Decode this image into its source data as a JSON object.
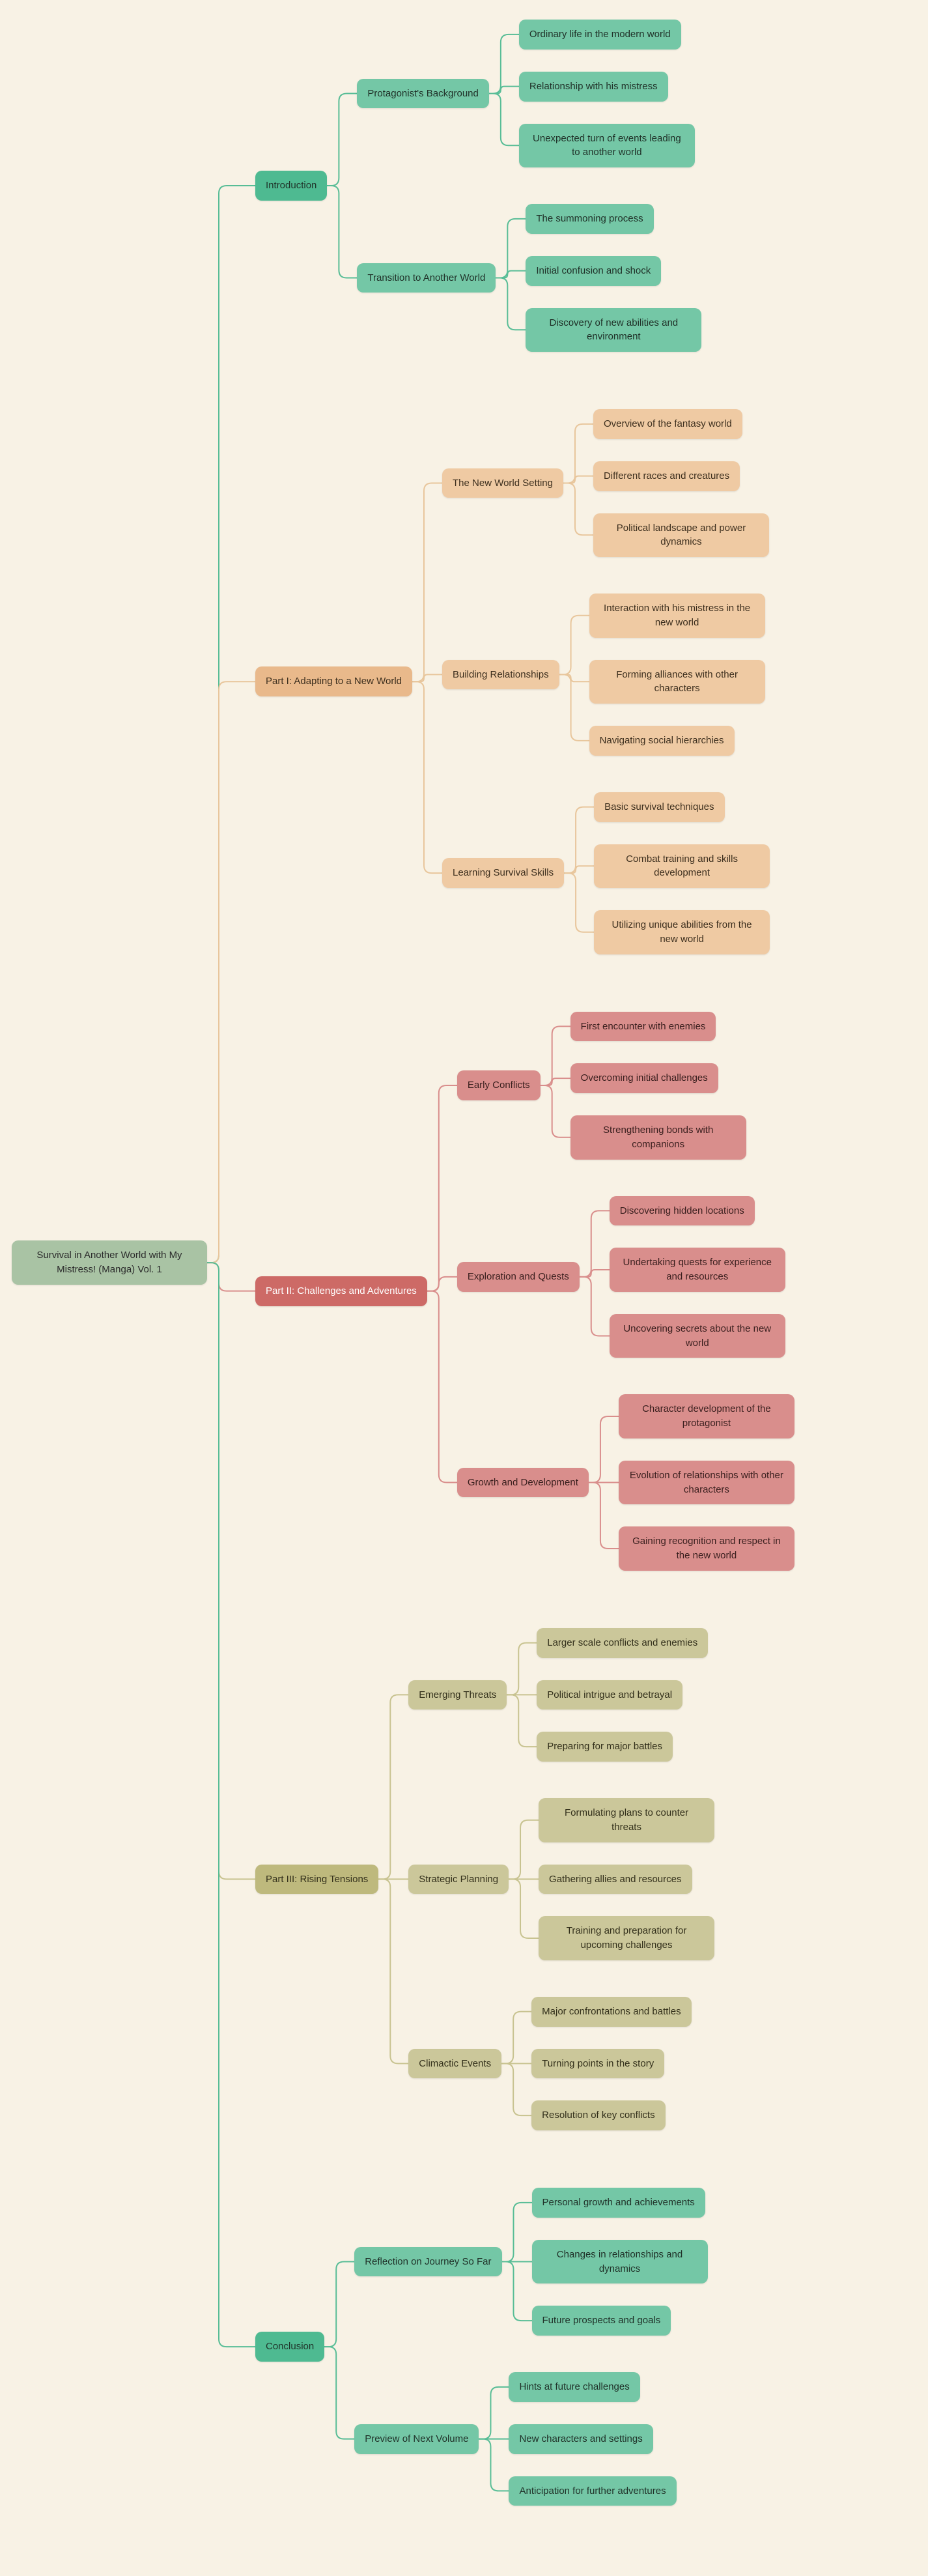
{
  "canvas": {
    "background": "#f8f2e5",
    "edge_width": 2
  },
  "root": {
    "label": "Survival in Another World with My Mistress! (Manga) Vol. 1",
    "fill": "#a9c3a4",
    "text": "#2b2b2b",
    "children": [
      {
        "label": "Introduction",
        "fill": "#4eba91",
        "text": "#1f3329",
        "desc_fill": "#74c7a6",
        "desc_text": "#203229",
        "edge": "#58bd96",
        "children": [
          {
            "label": "Protagonist's Background",
            "children": [
              {
                "label": "Ordinary life in the modern world"
              },
              {
                "label": "Relationship with his mistress"
              },
              {
                "label": "Unexpected turn of events leading to another world"
              }
            ]
          },
          {
            "label": "Transition to Another World",
            "children": [
              {
                "label": "The summoning process"
              },
              {
                "label": "Initial confusion and shock"
              },
              {
                "label": "Discovery of new abilities and environment"
              }
            ]
          }
        ]
      },
      {
        "label": "Part I: Adapting to a New World",
        "fill": "#e9b98b",
        "text": "#3d2f1e",
        "desc_fill": "#efcaa3",
        "desc_text": "#3d2f1e",
        "edge": "#e8c69c",
        "children": [
          {
            "label": "The New World Setting",
            "children": [
              {
                "label": "Overview of the fantasy world"
              },
              {
                "label": "Different races and creatures"
              },
              {
                "label": "Political landscape and power dynamics"
              }
            ]
          },
          {
            "label": "Building Relationships",
            "children": [
              {
                "label": "Interaction with his mistress in the new world"
              },
              {
                "label": "Forming alliances with other characters"
              },
              {
                "label": "Navigating social hierarchies"
              }
            ]
          },
          {
            "label": "Learning Survival Skills",
            "children": [
              {
                "label": "Basic survival techniques"
              },
              {
                "label": "Combat training and skills development"
              },
              {
                "label": "Utilizing unique abilities from the new world"
              }
            ]
          }
        ]
      },
      {
        "label": "Part II: Challenges and Adventures",
        "fill": "#cd6a66",
        "text": "#ffffff",
        "desc_fill": "#d98e8c",
        "desc_text": "#3a1f1e",
        "edge": "#d98e8c",
        "children": [
          {
            "label": "Early Conflicts",
            "children": [
              {
                "label": "First encounter with enemies"
              },
              {
                "label": "Overcoming initial challenges"
              },
              {
                "label": "Strengthening bonds with companions"
              }
            ]
          },
          {
            "label": "Exploration and Quests",
            "children": [
              {
                "label": "Discovering hidden locations"
              },
              {
                "label": "Undertaking quests for experience and resources"
              },
              {
                "label": "Uncovering secrets about the new world"
              }
            ]
          },
          {
            "label": "Growth and Development",
            "children": [
              {
                "label": "Character development of the protagonist"
              },
              {
                "label": "Evolution of relationships with other characters"
              },
              {
                "label": "Gaining recognition and respect in the new world"
              }
            ]
          }
        ]
      },
      {
        "label": "Part III: Rising Tensions",
        "fill": "#beb97d",
        "text": "#33301b",
        "desc_fill": "#cbc79a",
        "desc_text": "#33301b",
        "edge": "#c8c390",
        "children": [
          {
            "label": "Emerging Threats",
            "children": [
              {
                "label": "Larger scale conflicts and enemies"
              },
              {
                "label": "Political intrigue and betrayal"
              },
              {
                "label": "Preparing for major battles"
              }
            ]
          },
          {
            "label": "Strategic Planning",
            "children": [
              {
                "label": "Formulating plans to counter threats"
              },
              {
                "label": "Gathering allies and resources"
              },
              {
                "label": "Training and preparation for upcoming challenges"
              }
            ]
          },
          {
            "label": "Climactic Events",
            "children": [
              {
                "label": "Major confrontations and battles"
              },
              {
                "label": "Turning points in the story"
              },
              {
                "label": "Resolution of key conflicts"
              }
            ]
          }
        ]
      },
      {
        "label": "Conclusion",
        "fill": "#4eba91",
        "text": "#1f3329",
        "desc_fill": "#74c7a6",
        "desc_text": "#203229",
        "edge": "#58bd96",
        "children": [
          {
            "label": "Reflection on Journey So Far",
            "children": [
              {
                "label": "Personal growth and achievements"
              },
              {
                "label": "Changes in relationships and dynamics"
              },
              {
                "label": "Future prospects and goals"
              }
            ]
          },
          {
            "label": "Preview of Next Volume",
            "children": [
              {
                "label": "Hints at future challenges"
              },
              {
                "label": "New characters and settings"
              },
              {
                "label": "Anticipation for further adventures"
              }
            ]
          }
        ]
      }
    ]
  }
}
